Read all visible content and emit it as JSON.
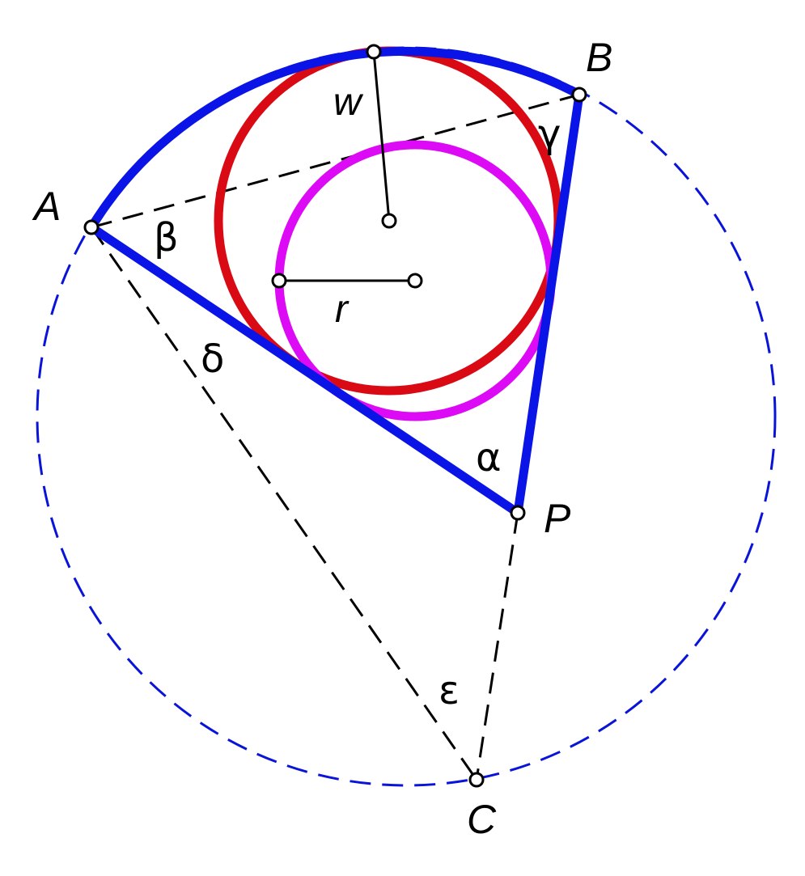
{
  "figure": {
    "points": {
      "A": "A",
      "B": "B",
      "C": "C",
      "P": "P"
    },
    "angles": {
      "alpha": "α",
      "beta": "β",
      "gamma": "γ",
      "delta": "δ",
      "epsilon": "ε"
    },
    "segments": {
      "w": "w",
      "r": "r"
    },
    "colors": {
      "circumcircle": "#0a14d9",
      "triangle_sides": "#0a14e6",
      "red_circle": "#d90a14",
      "violet_circle": "#dd0af5",
      "construction_lines": "#000000"
    }
  }
}
